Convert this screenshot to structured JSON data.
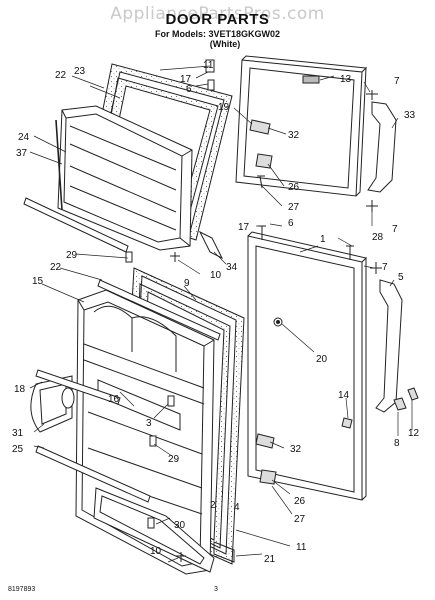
{
  "header": {
    "watermark": "AppliancePartsPros.com",
    "title": "DOOR PARTS",
    "models_line": "For Models: 3VET18GKGW02",
    "color": "(White)"
  },
  "footer": {
    "doc_number": "8197893",
    "page_number": "3"
  },
  "callouts": [
    "11",
    "23",
    "22",
    "17",
    "6",
    "13",
    "7",
    "19",
    "32",
    "33",
    "24",
    "37",
    "26",
    "27",
    "7",
    "17",
    "6",
    "1",
    "28",
    "34",
    "10",
    "29",
    "22",
    "7",
    "9",
    "5",
    "15",
    "20",
    "18",
    "16",
    "3",
    "14",
    "31",
    "25",
    "29",
    "32",
    "8",
    "12",
    "26",
    "27",
    "30",
    "11",
    "10",
    "21",
    "2",
    "4"
  ],
  "colors": {
    "line": "#222222",
    "gasket_dots": "#777777"
  }
}
